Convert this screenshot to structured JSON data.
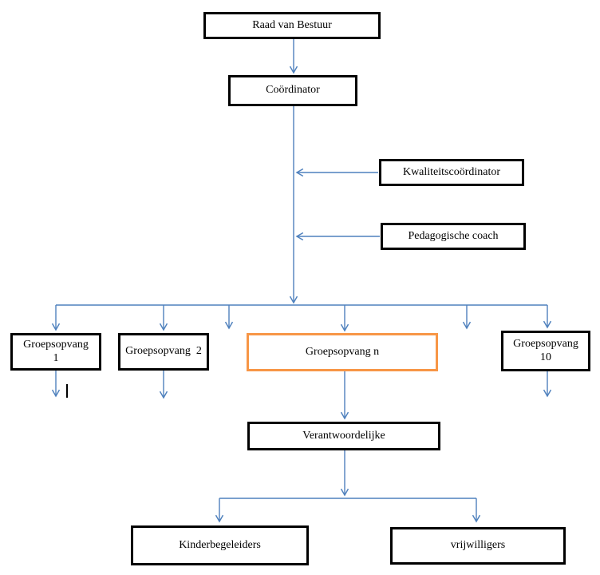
{
  "diagram": {
    "type": "org-chart",
    "colors": {
      "line_color": "#4f81bd",
      "box_border_color": "#000000",
      "highlight_border_color": "#f79646",
      "background": "#ffffff",
      "text_color": "#000000"
    },
    "nodes": {
      "raad_van_bestuur": {
        "label": "Raad van Bestuur"
      },
      "coordinator": {
        "label": "Coördinator"
      },
      "kwaliteitscoordinator": {
        "label": "Kwaliteitscoördinator"
      },
      "pedagogische_coach": {
        "label": "Pedagogische coach"
      },
      "groepsopvang_1": {
        "label": "Groepsopvang\n1"
      },
      "groepsopvang_2": {
        "label": "Groepsopvang  2"
      },
      "groepsopvang_n": {
        "label": "Groepsopvang n",
        "highlighted": true
      },
      "groepsopvang_10": {
        "label": "Groepsopvang\n10"
      },
      "verantwoordelijke": {
        "label": "Verantwoordelijke"
      },
      "kinderbegeleiders": {
        "label": "Kinderbegeleiders"
      },
      "vrijwilligers": {
        "label": "vrijwilligers"
      }
    }
  }
}
